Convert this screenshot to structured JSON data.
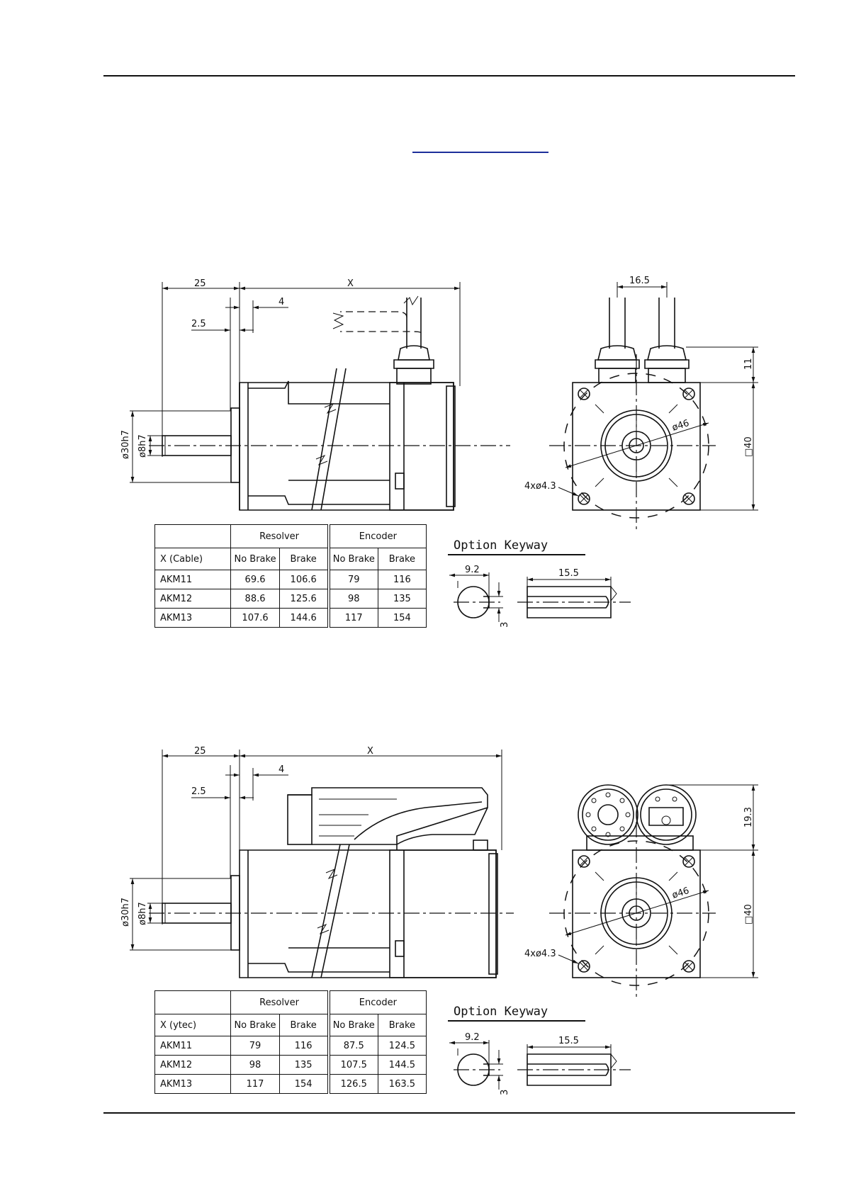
{
  "dims": {
    "top": {
      "d25": "25",
      "dX": "X",
      "d4": "4",
      "d25b": "2.5",
      "d30h7": "ø30h7",
      "d8h7": "ø8h7",
      "d165": "16.5",
      "d11": "11",
      "d40": "□40",
      "d46": "ø46",
      "d43": "4xø4.3",
      "k92": "9.2",
      "k155": "15.5",
      "k3": "3"
    },
    "bottom": {
      "d25": "25",
      "dX": "X",
      "d4": "4",
      "d25b": "2.5",
      "d30h7": "ø30h7",
      "d8h7": "ø8h7",
      "d193": "19.3",
      "d40": "□40",
      "d46": "ø46",
      "d43": "4xø4.3",
      "k92": "9.2",
      "k155": "15.5",
      "k3": "3"
    }
  },
  "tables": {
    "top": {
      "group_resolver": "Resolver",
      "group_encoder": "Encoder",
      "row_label": "X (Cable)",
      "sub": [
        "No Brake",
        "Brake",
        "No Brake",
        "Brake"
      ],
      "rows": [
        {
          "model": "AKM11",
          "values": [
            "69.6",
            "106.6",
            "79",
            "116"
          ]
        },
        {
          "model": "AKM12",
          "values": [
            "88.6",
            "125.6",
            "98",
            "135"
          ]
        },
        {
          "model": "AKM13",
          "values": [
            "107.6",
            "144.6",
            "117",
            "154"
          ]
        }
      ]
    },
    "bottom": {
      "group_resolver": "Resolver",
      "group_encoder": "Encoder",
      "row_label": "X (ytec)",
      "sub": [
        "No Brake",
        "Brake",
        "No Brake",
        "Brake"
      ],
      "rows": [
        {
          "model": "AKM11",
          "values": [
            "79",
            "116",
            "87.5",
            "124.5"
          ]
        },
        {
          "model": "AKM12",
          "values": [
            "98",
            "135",
            "107.5",
            "144.5"
          ]
        },
        {
          "model": "AKM13",
          "values": [
            "117",
            "154",
            "126.5",
            "163.5"
          ]
        }
      ]
    }
  },
  "keyway": {
    "top_title": "Option Keyway",
    "bottom_title": "Option Keyway"
  },
  "colors": {
    "ink": "#111111",
    "link": "#1d2f9a"
  }
}
